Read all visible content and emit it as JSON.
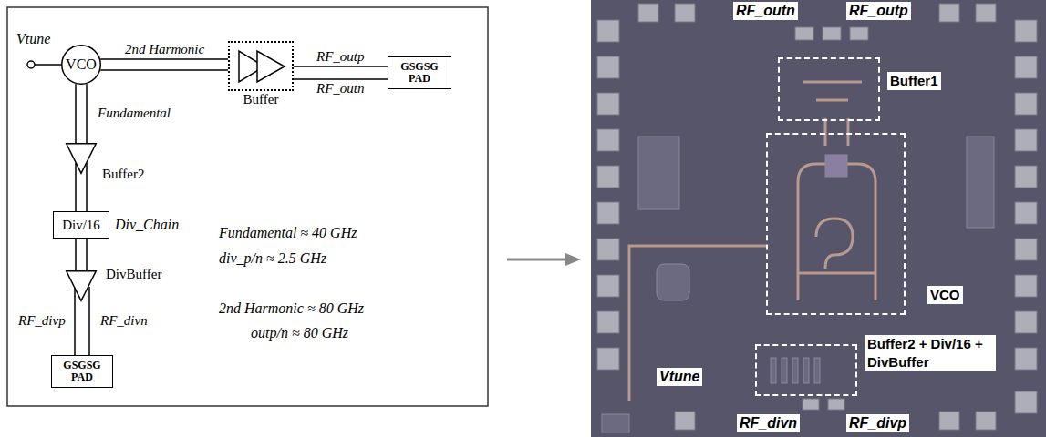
{
  "diagram": {
    "nodes": [
      {
        "text": [
          "VCO"
        ]
      },
      {
        "text": [
          "Buffer"
        ]
      },
      {
        "text": [
          "GSGSG PAD"
        ]
      },
      {
        "text": [
          "Buffer2"
        ]
      },
      {
        "text": [
          "Div/16"
        ]
      },
      {
        "text": [
          "DivBuffer"
        ]
      },
      {
        "text": [
          "GSGSG PAD"
        ]
      },
      {
        "text": [
          "Buffer1"
        ]
      },
      {
        "text": [
          "VCO"
        ]
      },
      {
        "text": [
          "Buffer2 + Div/16 + DivBuffer"
        ]
      }
    ],
    "edges": [
      {
        "from": 0,
        "to": 1,
        "arrow": "none",
        "label": "2nd Harmonic"
      },
      {
        "from": 1,
        "to": 2,
        "arrow": "none",
        "label": "RF_outp"
      },
      {
        "from": 1,
        "to": 2,
        "arrow": "none",
        "label": "RF_outn"
      },
      {
        "from": 0,
        "to": 3,
        "arrow": "none",
        "label": "Fundamental"
      },
      {
        "from": 3,
        "to": 4,
        "arrow": "none"
      },
      {
        "from": 4,
        "to": 5,
        "arrow": "none"
      },
      {
        "from": 5,
        "to": 6,
        "arrow": "none",
        "label": "RF_divp"
      },
      {
        "from": 5,
        "to": 6,
        "arrow": "none",
        "label": "RF_divn"
      }
    ],
    "labels": [
      "Vtune",
      "Div_Chain",
      "Fundamental ≈ 40 GHz",
      "div_p/n ≈ 2.5 GHz",
      "2nd Harmonic ≈ 80 GHz",
      "outp/n ≈ 80 GHz",
      "RF_outn",
      "RF_outp",
      "Vtune",
      "RF_divn",
      "RF_divp"
    ]
  }
}
